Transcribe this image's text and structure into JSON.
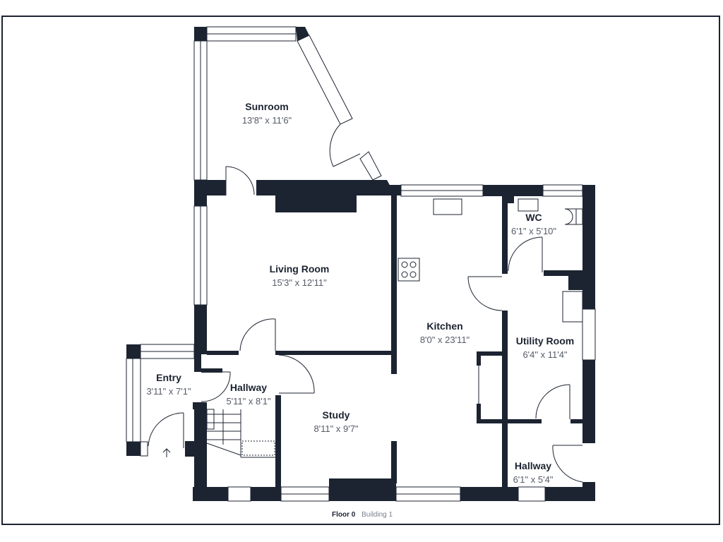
{
  "colors": {
    "wall": "#1c2331",
    "background": "#ffffff",
    "label": "#1c2331",
    "dimension": "#555b66"
  },
  "rooms": [
    {
      "name": "Sunroom",
      "dimensions": "13'8\" x 11'6\""
    },
    {
      "name": "Living Room",
      "dimensions": "15'3\" x 12'11\""
    },
    {
      "name": "Kitchen",
      "dimensions": "8'0\" x 23'11\""
    },
    {
      "name": "WC",
      "dimensions": "6'1\" x 5'10\""
    },
    {
      "name": "Utility Room",
      "dimensions": "6'4\" x 11'4\""
    },
    {
      "name": "Entry",
      "dimensions": "3'11\" x 7'1\""
    },
    {
      "name": "Hallway",
      "dimensions": "5'11\" x 8'1\""
    },
    {
      "name": "Study",
      "dimensions": "8'11\" x 9'7\""
    },
    {
      "name": "Hallway",
      "dimensions": "6'1\" x 5'4\""
    }
  ],
  "footer": {
    "floor": "Floor 0",
    "building": "Building 1"
  },
  "icons": {
    "entrance": "up-arrow-icon",
    "stove": "hob-icon",
    "sink": "sink-icon",
    "toilet": "toilet-icon",
    "stairs": "stairs-icon"
  }
}
